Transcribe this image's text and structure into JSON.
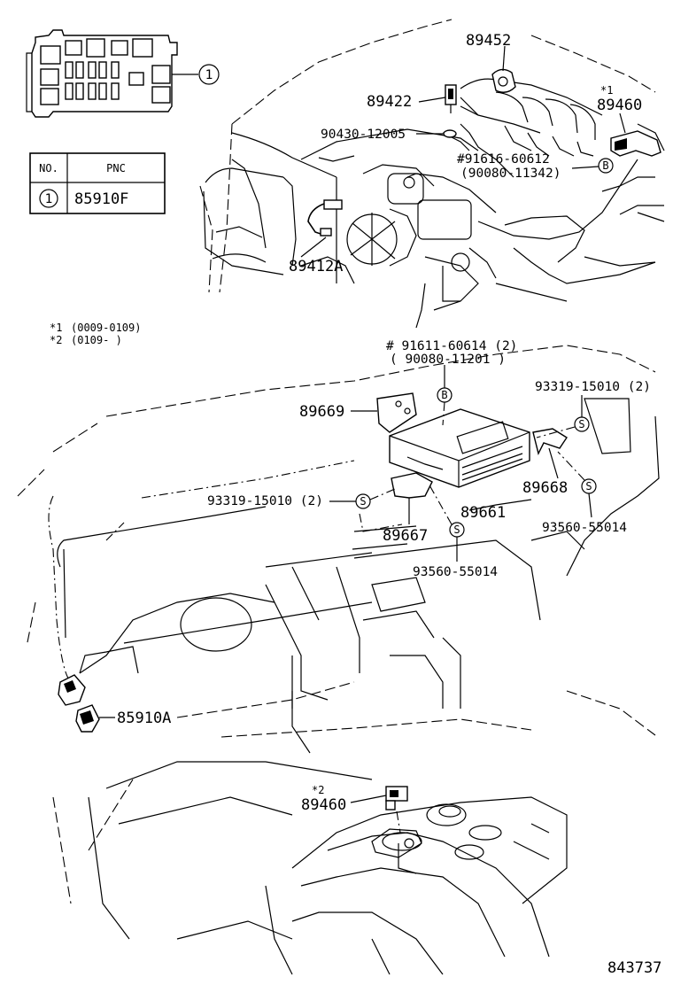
{
  "table": {
    "col_no": "NO.",
    "col_pnc": "PNC",
    "row_no": "1",
    "row_pnc": "85910F"
  },
  "fuse_callout": "1",
  "notes": {
    "n1_mark": "*1",
    "n1_range": "(0009-0109)",
    "n2_mark": "*2",
    "n2_range": "(0109-      )"
  },
  "parts": {
    "p89452": "89452",
    "p89422": "89422",
    "p90430": "90430-12005",
    "star1_mark": "*1",
    "p89460_top": "89460",
    "p91616": "#91616-60612",
    "p90080_11342": "(90080-11342)",
    "mark_B_top": "B",
    "p89412A": "89412A",
    "p91611": "# 91611-60614 (2)",
    "p90080_11201": "( 90080-11201 )",
    "mark_B_mid": "B",
    "p93319_right": "93319-15010 (2)",
    "mark_S_right": "S",
    "p89669": "89669",
    "p89668": "89668",
    "mark_S_r2": "S",
    "p93560_right": "93560-55014",
    "p93319_left": "93319-15010 (2)",
    "mark_S_left": "S",
    "p89661": "89661",
    "p89667": "89667",
    "mark_S_c": "S",
    "p93560_center": "93560-55014",
    "p85910A": "85910A",
    "star2_mark": "*2",
    "p89460_bottom": "89460"
  },
  "figure_id": "843737"
}
